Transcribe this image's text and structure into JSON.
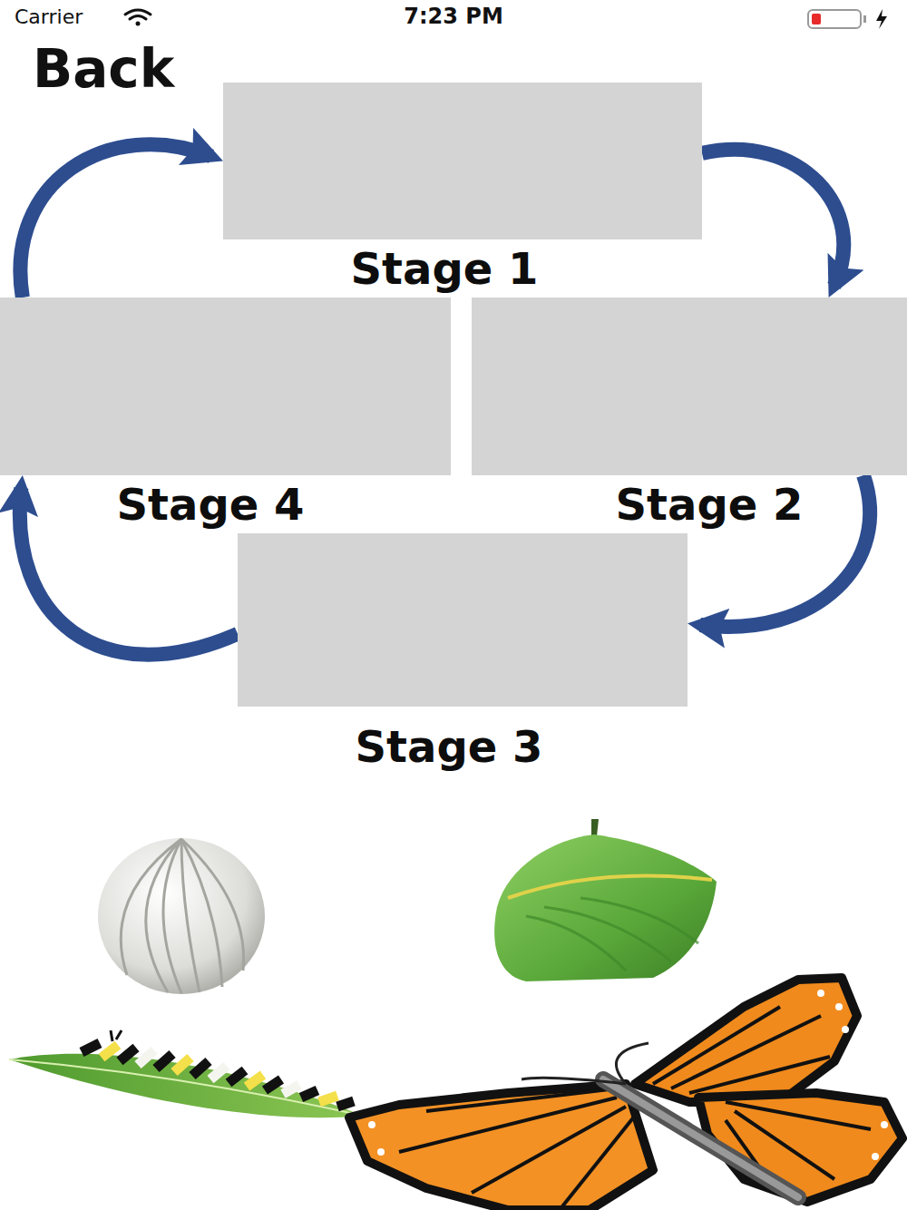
{
  "diagram": {
    "nodes": [
      {
        "text": [
          "Stage 1"
        ]
      },
      {
        "text": [
          "Stage 4"
        ]
      },
      {
        "text": [
          "Stage 2"
        ]
      },
      {
        "text": [
          "Stage 3"
        ]
      }
    ],
    "edges": [
      {
        "from": 0,
        "to": 2,
        "arrow": "to"
      },
      {
        "from": 2,
        "to": 3,
        "arrow": "to"
      },
      {
        "from": 3,
        "to": 1,
        "arrow": "to"
      },
      {
        "from": 1,
        "to": 0,
        "arrow": "to"
      }
    ],
    "labels": [
      "Carrier",
      "7:23 PM",
      "Back"
    ]
  }
}
